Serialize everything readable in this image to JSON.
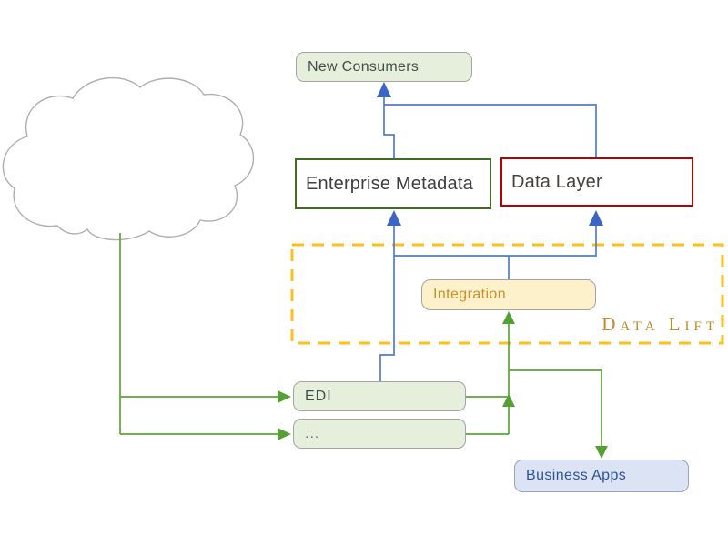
{
  "nodes": {
    "new_consumers": {
      "label": "New Consumers",
      "fill": "#e5efdb",
      "border": "#a3a3a3",
      "text_color": "#41514a"
    },
    "enterprise_metadata": {
      "label": "Enterprise Metadata",
      "fill": "#ffffff",
      "border": "#3e6b25",
      "text_color": "#3f3f3f"
    },
    "data_layer": {
      "label": "Data Layer",
      "fill": "#ffffff",
      "border": "#c00000",
      "text_color": "#46413d"
    },
    "integration": {
      "label": "Integration",
      "fill": "#fdf1cb",
      "border": "#a3a3a3",
      "text_color": "#c8922a"
    },
    "edi": {
      "label": "EDI",
      "fill": "#e5efdb",
      "border": "#a3a3a3",
      "text_color": "#3f4f48"
    },
    "ellipsis": {
      "label": "...",
      "fill": "#e5efdb",
      "border": "#a3a3a3",
      "text_color": "#6d7a74"
    },
    "business_apps": {
      "label": "Business Apps",
      "fill": "#dbe3f4",
      "border": "#9aa4b8",
      "text_color": "#2b549b"
    }
  },
  "group": {
    "label": "Data Lift",
    "border_color": "#fcbf1c",
    "label_color": "#bf8b26"
  },
  "colors": {
    "connector_blue": "#537bcb",
    "connector_blue_arrow": "#3c66c6",
    "connector_green": "#5da539",
    "cloud_stroke": "#b3acb4"
  }
}
